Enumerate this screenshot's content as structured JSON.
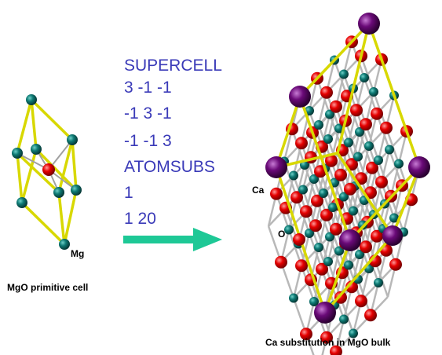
{
  "left_panel": {
    "atom_label": "Mg",
    "caption": "MgO primitive cell"
  },
  "commands": {
    "lines": [
      "SUPERCELL",
      "3  -1  -1",
      "-1  3  -1",
      "-1  -1  3",
      "ATOMSUBS",
      "1",
      "1 20"
    ]
  },
  "right_panel": {
    "ca_label": "Ca",
    "o_label": "O",
    "caption": "Ca substitution in MgO bulk"
  },
  "colors": {
    "command_text": "#3a3ab8",
    "arrow": "#1ec896",
    "cell_edge": "#d8d800",
    "bond": "#b0b0b0",
    "mg_atom": "#0e6e6a",
    "o_atom": "#e00000",
    "ca_atom": "#6a0a78"
  },
  "icons": {
    "arrow": "right-arrow-icon"
  }
}
